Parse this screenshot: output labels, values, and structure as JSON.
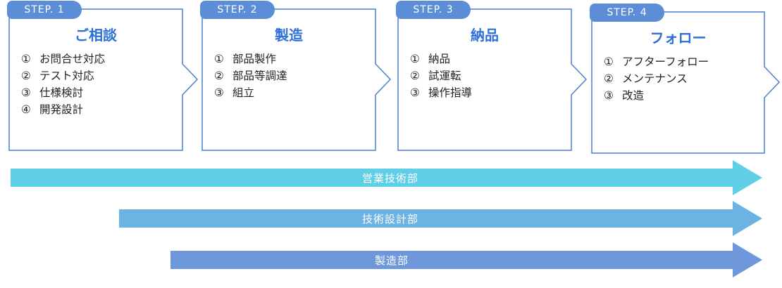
{
  "steps": [
    {
      "badge": "STEP. 1",
      "title": "ご相談",
      "items": [
        {
          "num": "①",
          "text": "お問合せ対応"
        },
        {
          "num": "②",
          "text": "テスト対応"
        },
        {
          "num": "③",
          "text": "仕様検討"
        },
        {
          "num": "④",
          "text": "開発設計"
        }
      ]
    },
    {
      "badge": "STEP. 2",
      "title": "製造",
      "items": [
        {
          "num": "①",
          "text": "部品製作"
        },
        {
          "num": "②",
          "text": "部品等調達"
        },
        {
          "num": "③",
          "text": "組立"
        }
      ]
    },
    {
      "badge": "STEP. 3",
      "title": "納品",
      "items": [
        {
          "num": "①",
          "text": "納品"
        },
        {
          "num": "②",
          "text": "試運転"
        },
        {
          "num": "③",
          "text": "操作指導"
        }
      ]
    },
    {
      "badge": "STEP. 4",
      "title": "フォロー",
      "items": [
        {
          "num": "①",
          "text": "アフターフォロー"
        },
        {
          "num": "②",
          "text": "メンテナンス"
        },
        {
          "num": "③",
          "text": "改造"
        }
      ]
    }
  ],
  "departments": [
    {
      "label": "営業技術部",
      "color": "#5ecfe6"
    },
    {
      "label": "技術設計部",
      "color": "#6cb3e3"
    },
    {
      "label": "製造部",
      "color": "#6f97dc"
    }
  ],
  "colors": {
    "badge": "#5b8ed6",
    "title": "#2f6fd8",
    "box_border": "#4a7fd0"
  }
}
